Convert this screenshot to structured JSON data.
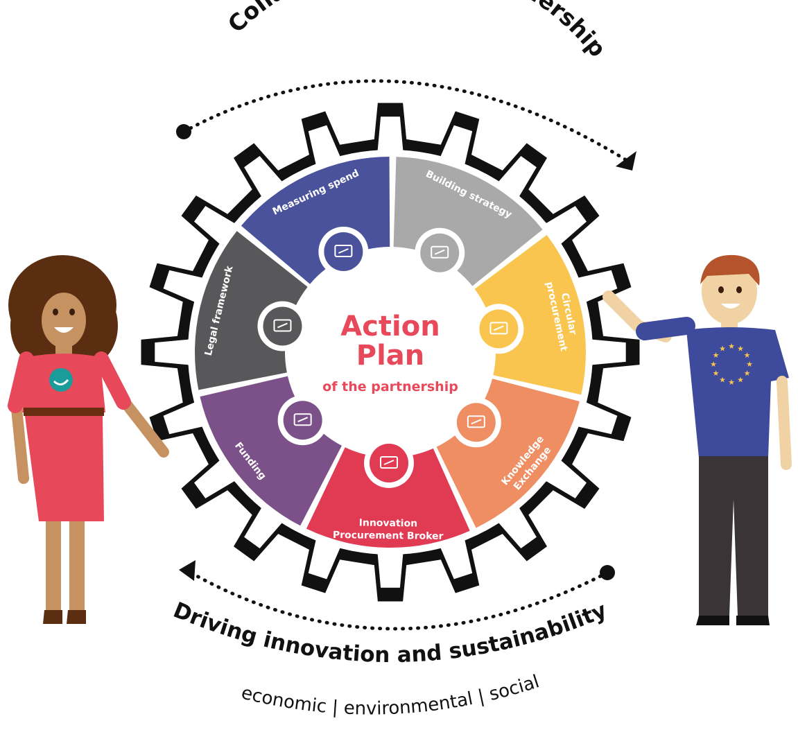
{
  "top_arc_text": "Collaboration in EU Partnership",
  "bottom_arc_text": "Driving innovation and sustainability",
  "bottom_sub_text": "economic | environmental | social",
  "center": {
    "title_line1": "Action",
    "title_line2": "Plan",
    "subtitle": "of the partnership"
  },
  "colors": {
    "accent": "#e8495a",
    "gear": "#111111",
    "measuring": "#4b529c",
    "building": "#a9a9a9",
    "circular": "#f9c54e",
    "knowledge": "#ef8e63",
    "broker": "#e13a53",
    "funding": "#7c5089",
    "legal": "#58585a"
  },
  "segments": [
    {
      "id": "measuring",
      "label": "Measuring spend",
      "icon": "laptop-chart-icon"
    },
    {
      "id": "building",
      "label": "Building strategy",
      "icon": "strategy-team-icon"
    },
    {
      "id": "circular",
      "label_line1": "Circular",
      "label_line2": "procurement",
      "icon": "presentation-cycle-icon"
    },
    {
      "id": "knowledge",
      "label_line1": "Knowledge",
      "label_line2": "Exchange",
      "icon": "network-hub-icon"
    },
    {
      "id": "broker",
      "label_line1": "Innovation",
      "label_line2": "Procurement Broker",
      "icon": "handshake-icon"
    },
    {
      "id": "funding",
      "label": "Funding",
      "icon": "money-bag-icon"
    },
    {
      "id": "legal",
      "label": "Legal  framework",
      "icon": "law-book-icon"
    }
  ]
}
